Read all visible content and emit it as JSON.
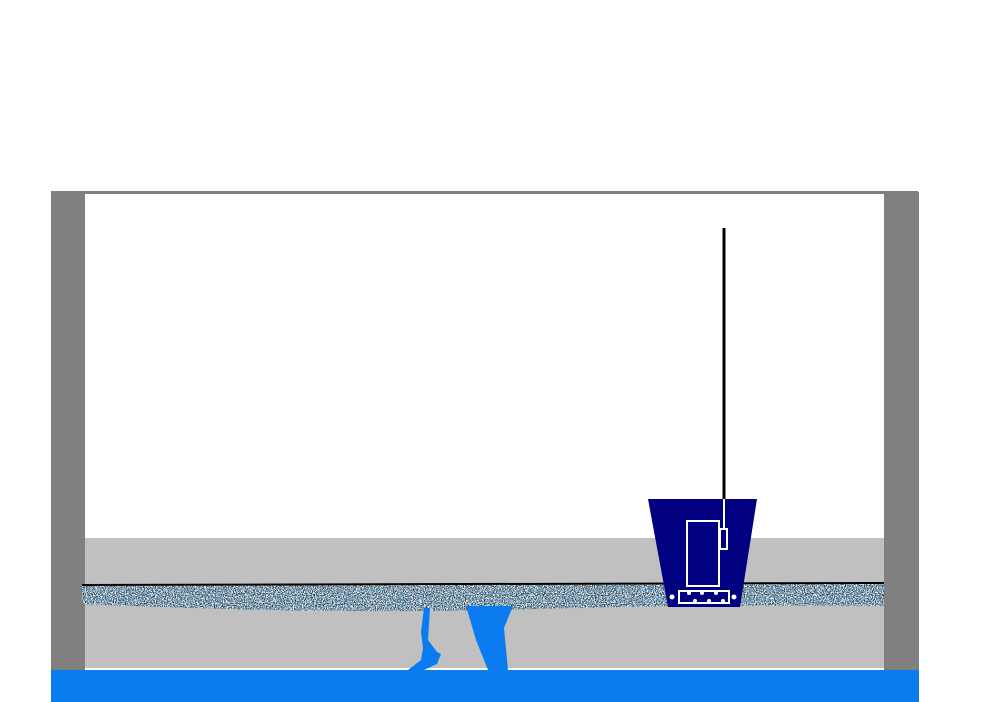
{
  "diagram": {
    "colors": {
      "wall": "#808080",
      "slab": "#c0c0c0",
      "water": "#0a7cf0",
      "pit": "#000080",
      "gravel_dark": "#111111",
      "gravel_blue": "#2a7fe0",
      "background": "#ffffff"
    },
    "icons": [
      "sump-pit",
      "sump-pump",
      "discharge-pipe",
      "gravel-layer",
      "groundwater",
      "foundation-wall"
    ]
  }
}
